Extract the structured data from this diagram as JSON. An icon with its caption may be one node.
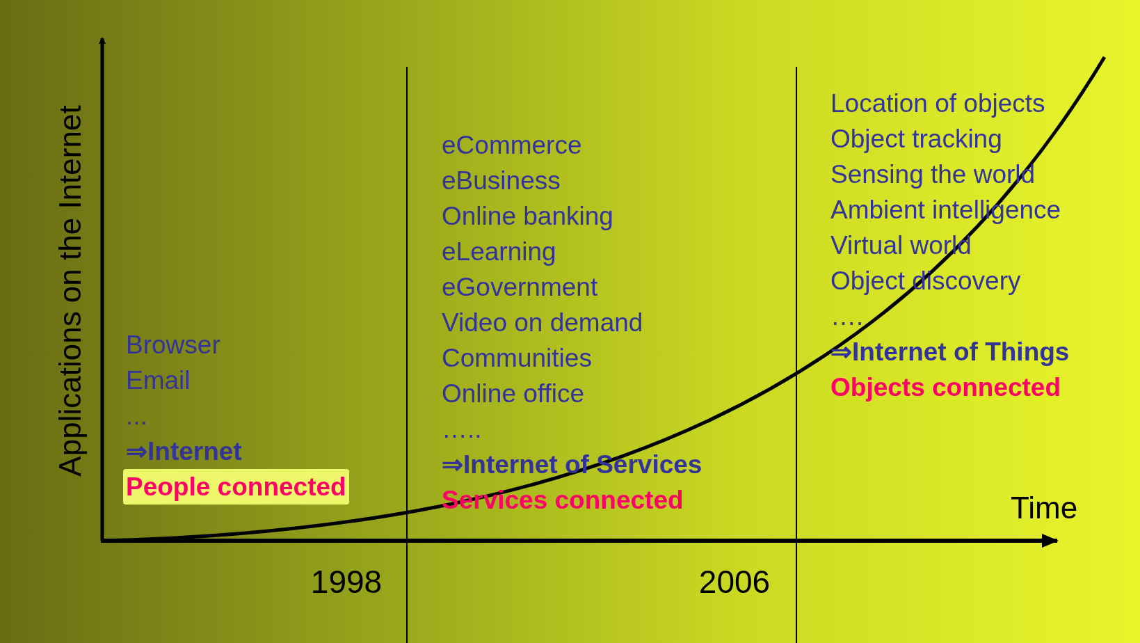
{
  "diagram": {
    "labels": [
      "Applications on the Internet",
      "Browser",
      "Email",
      "...",
      "⇒Internet",
      "People connected",
      "eCommerce",
      "eBusiness",
      "Online banking",
      "eLearning",
      "eGovernment",
      "Video on demand",
      "Communities",
      "Online office",
      "…..",
      "⇒Internet of Services",
      "Services connected",
      "Location of objects",
      "Object tracking",
      "Sensing the world",
      "Ambient intelligence",
      "Virtual world",
      "Object discovery",
      "….",
      "⇒Internet of Things",
      "Objects connected",
      "Time",
      "1998",
      "2006"
    ]
  }
}
